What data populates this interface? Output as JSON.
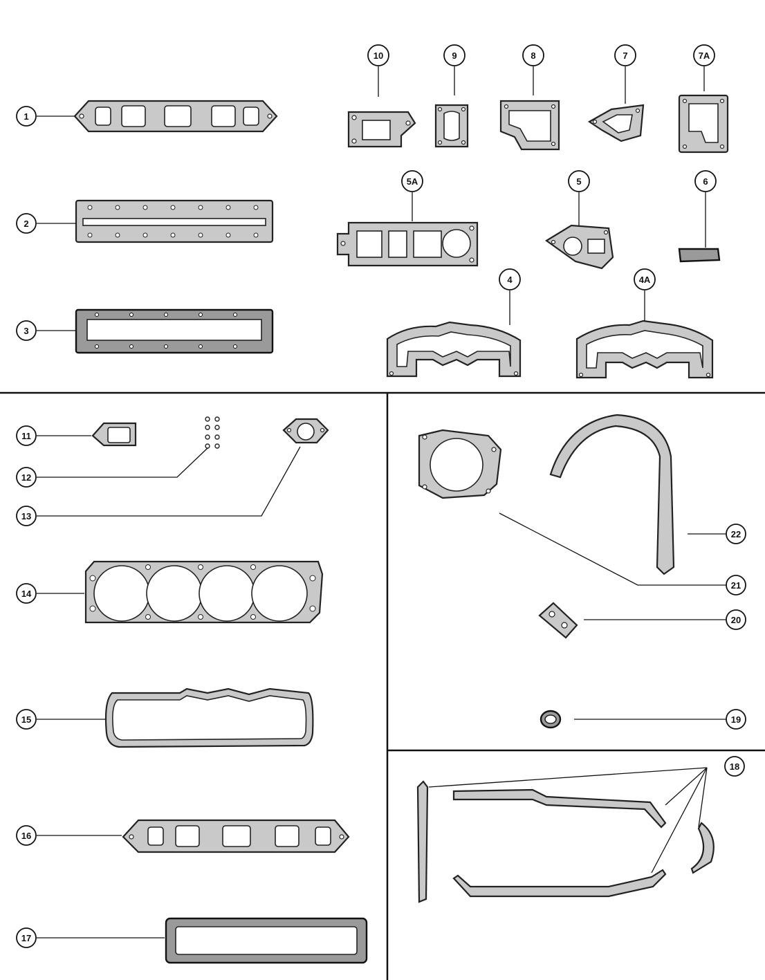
{
  "callouts": {
    "c1": "1",
    "c2": "2",
    "c3": "3",
    "c4": "4",
    "c4a": "4A",
    "c5": "5",
    "c5a": "5A",
    "c6": "6",
    "c7": "7",
    "c7a": "7A",
    "c8": "8",
    "c9": "9",
    "c10": "10",
    "c11": "11",
    "c12": "12",
    "c13": "13",
    "c14": "14",
    "c15": "15",
    "c16": "16",
    "c17": "17",
    "c18": "18",
    "c19": "19",
    "c20": "20",
    "c21": "21",
    "c22": "22"
  }
}
